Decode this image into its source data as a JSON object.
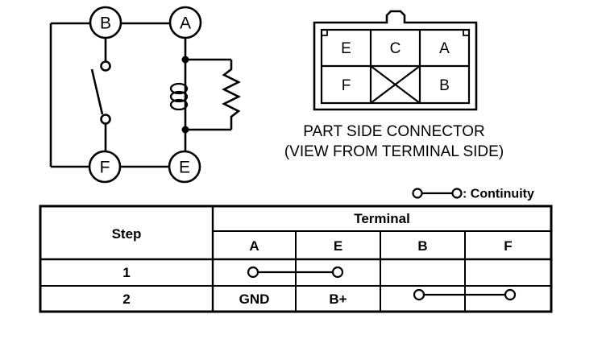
{
  "schematic": {
    "terminals": {
      "b": "B",
      "a": "A",
      "f": "F",
      "e": "E"
    }
  },
  "connector": {
    "cells": {
      "r1c1": "E",
      "r1c2": "C",
      "r1c3": "A",
      "r2c1": "F",
      "r2c3": "B"
    },
    "caption_line1": "PART SIDE CONNECTOR",
    "caption_line2": "(VIEW FROM TERMINAL SIDE)"
  },
  "legend": {
    "label": ": Continuity"
  },
  "table": {
    "step_header": "Step",
    "terminal_header": "Terminal",
    "columns": [
      "A",
      "E",
      "B",
      "F"
    ],
    "rows": [
      {
        "step": "1",
        "cells": [
          "",
          "",
          "",
          ""
        ],
        "continuity": [
          "A-E"
        ]
      },
      {
        "step": "2",
        "cells": [
          "GND",
          "B+",
          "",
          ""
        ],
        "continuity": [
          "B-F"
        ]
      }
    ]
  }
}
